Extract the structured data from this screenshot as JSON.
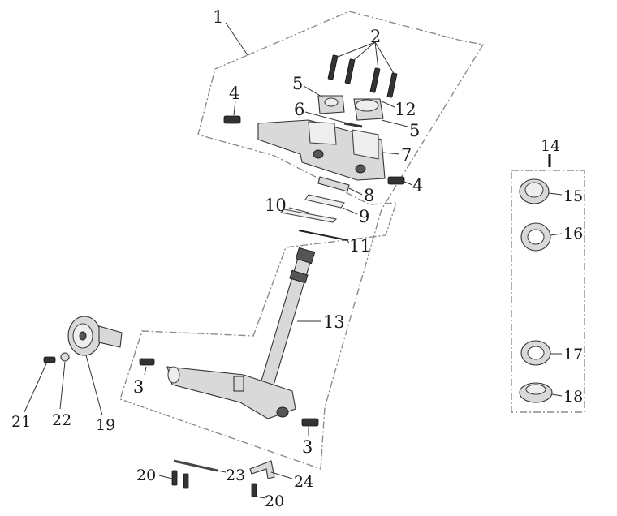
{
  "callouts": [
    {
      "id": "c1",
      "text": "1"
    },
    {
      "id": "c2",
      "text": "2"
    },
    {
      "id": "c3a",
      "text": "3"
    },
    {
      "id": "c3b",
      "text": "3"
    },
    {
      "id": "c4a",
      "text": "4"
    },
    {
      "id": "c4b",
      "text": "4"
    },
    {
      "id": "c5a",
      "text": "5"
    },
    {
      "id": "c5b",
      "text": "5"
    },
    {
      "id": "c6",
      "text": "6"
    },
    {
      "id": "c7",
      "text": "7"
    },
    {
      "id": "c8",
      "text": "8"
    },
    {
      "id": "c9",
      "text": "9"
    },
    {
      "id": "c10",
      "text": "10"
    },
    {
      "id": "c11",
      "text": "11"
    },
    {
      "id": "c12",
      "text": "12"
    },
    {
      "id": "c13",
      "text": "13"
    },
    {
      "id": "c14",
      "text": "14"
    },
    {
      "id": "c15",
      "text": "15"
    },
    {
      "id": "c16",
      "text": "16"
    },
    {
      "id": "c17",
      "text": "17"
    },
    {
      "id": "c18",
      "text": "18"
    },
    {
      "id": "c19",
      "text": "19"
    },
    {
      "id": "c20a",
      "text": "20"
    },
    {
      "id": "c20b",
      "text": "20"
    },
    {
      "id": "c21",
      "text": "21"
    },
    {
      "id": "c22",
      "text": "22"
    },
    {
      "id": "c23",
      "text": "23"
    },
    {
      "id": "c24",
      "text": "24"
    }
  ],
  "colors": {
    "line": "#333333",
    "outline": "#8c8c8c",
    "part_fill": "#d9d9d9"
  }
}
